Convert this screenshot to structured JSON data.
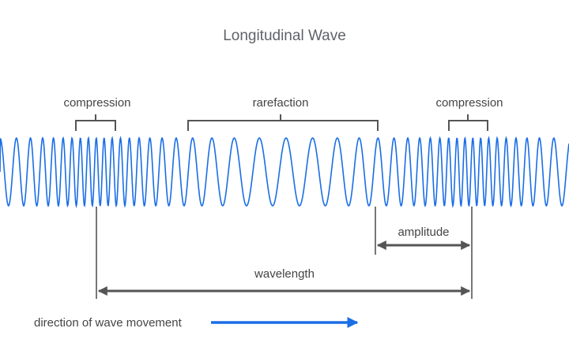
{
  "title": "Longitudinal Wave",
  "labels": {
    "compression_left": "compression",
    "rarefaction": "rarefaction",
    "compression_right": "compression",
    "amplitude": "amplitude",
    "wavelength": "wavelength",
    "direction": "direction of wave movement"
  },
  "colors": {
    "wave": "#1a6ee6",
    "direction_arrow": "#1a6ee6",
    "annotation": "#555555",
    "title": "#5f6368"
  }
}
